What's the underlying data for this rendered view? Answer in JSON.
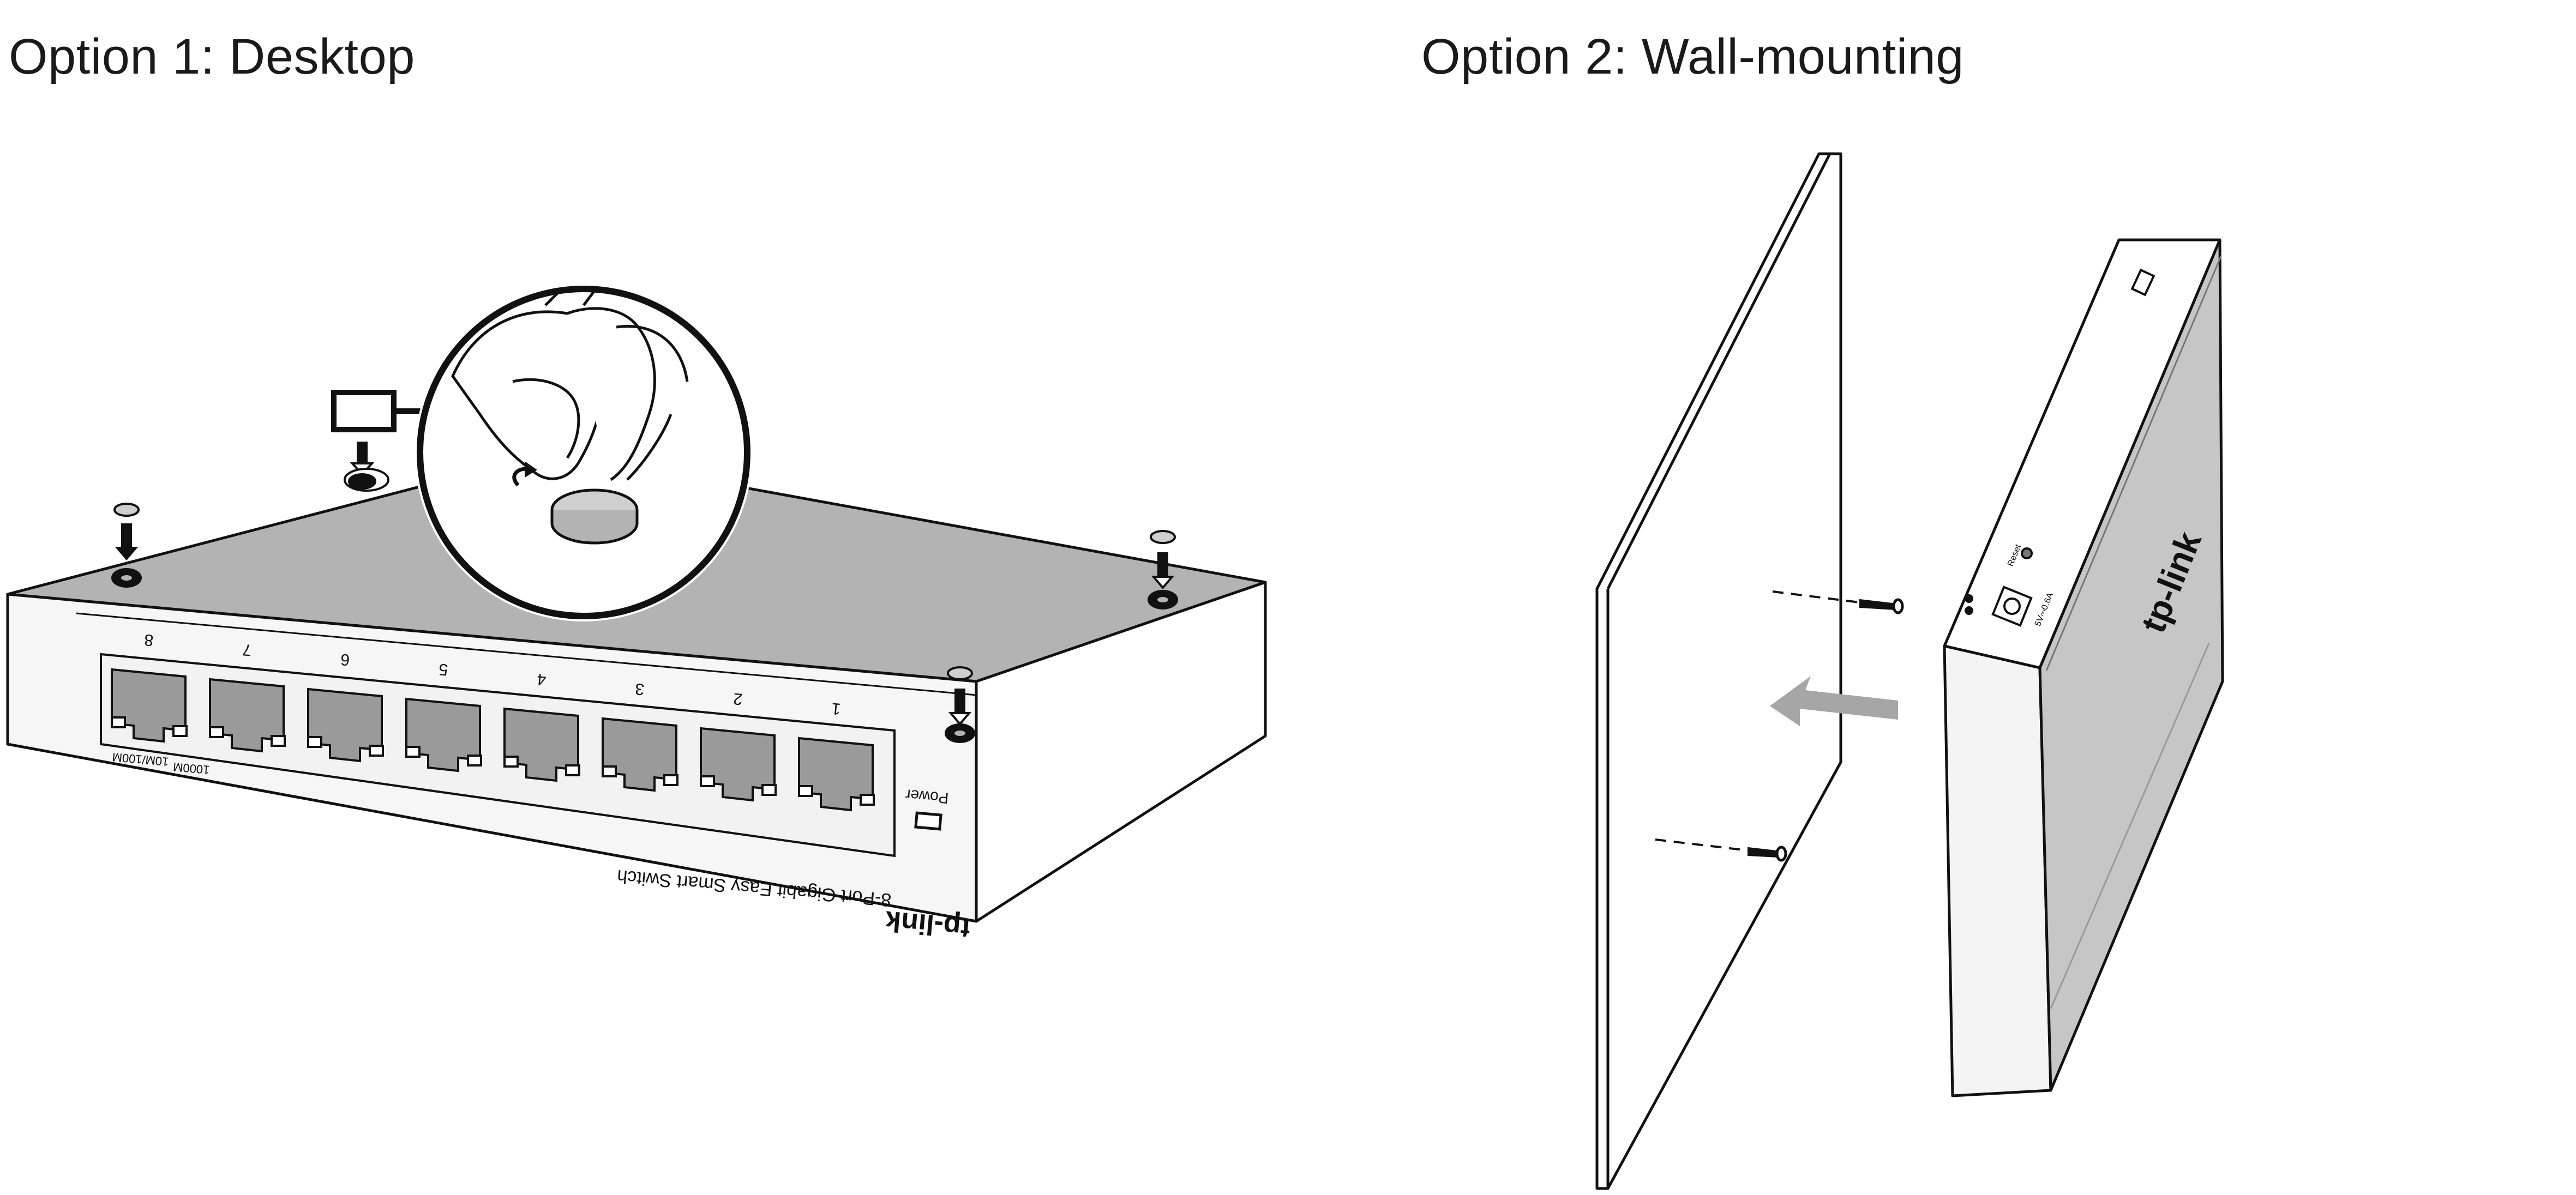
{
  "headings": {
    "option1": "Option 1: Desktop",
    "option2": "Option 2: Wall-mounting"
  },
  "desktop_switch": {
    "brand": "tp-link",
    "model_text": "8-Port Gigabit Easy Smart Switch",
    "power_label": "Power",
    "port_numbers": [
      "1",
      "2",
      "3",
      "4",
      "5",
      "6",
      "7",
      "8"
    ],
    "led_legend": [
      "1000M",
      "10M/100M"
    ]
  },
  "wall_switch": {
    "brand": "tp-link",
    "reset_label": "Reset",
    "dc_label": "5V⎓0.6A"
  },
  "colors": {
    "line": "#111111",
    "top_face": "#b3b3b3",
    "front_face": "#f5f5f5",
    "arrow": "#a6a6a6"
  }
}
